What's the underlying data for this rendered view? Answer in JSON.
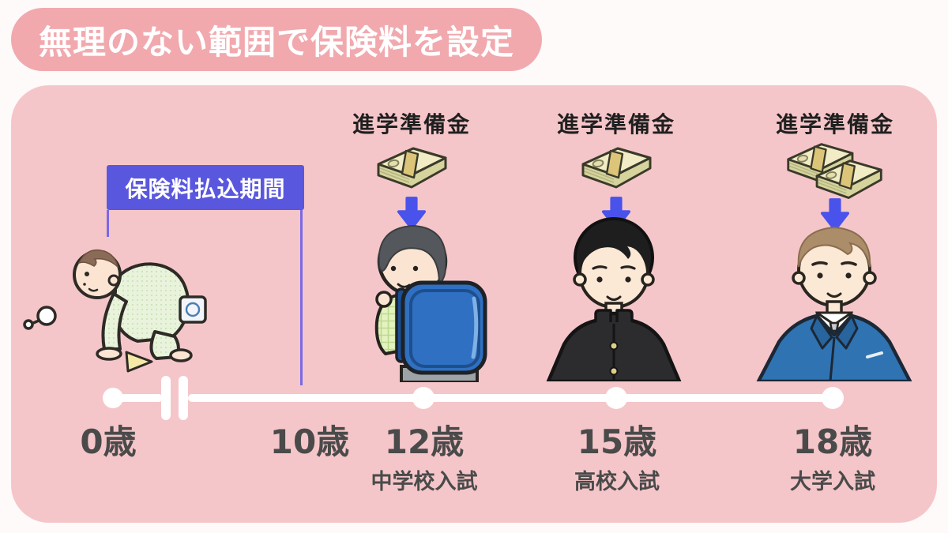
{
  "banner": {
    "title": "無理のない範囲で保険料を設定"
  },
  "payment_period": {
    "label": "保険料払込期間"
  },
  "prep_funds": [
    {
      "label": "進学準備金",
      "icon": "money-stack-icon",
      "stacks": 1
    },
    {
      "label": "進学準備金",
      "icon": "money-stack-icon",
      "stacks": 1
    },
    {
      "label": "進学準備金",
      "icon": "money-stack-icon",
      "stacks": 2
    }
  ],
  "timeline": {
    "milestones": [
      {
        "age": "0歳"
      },
      {
        "age": "10歳"
      },
      {
        "age": "12歳",
        "exam": "中学校入試"
      },
      {
        "age": "15歳",
        "exam": "高校入試"
      },
      {
        "age": "18歳",
        "exam": "大学入試"
      }
    ]
  },
  "figures": [
    {
      "name": "baby",
      "desc": "crawling baby in mint onesie with rattle and toys"
    },
    {
      "name": "elementary-student",
      "desc": "child with blue randoseru backpack"
    },
    {
      "name": "high-school-student",
      "desc": "student in black gakuran uniform"
    },
    {
      "name": "university-student",
      "desc": "young man in blue suit with tie"
    }
  ],
  "colors": {
    "page-bg": "#FDFAF9",
    "banner-bg": "#F1A9AE",
    "panel-bg": "#F5C6C9",
    "accent-purple": "#5A57DF",
    "line-purple": "#7A68E4",
    "arrow-blue": "#4A52EC",
    "timeline-white": "#FFFFFF",
    "text-dark": "#4A4A4A"
  }
}
